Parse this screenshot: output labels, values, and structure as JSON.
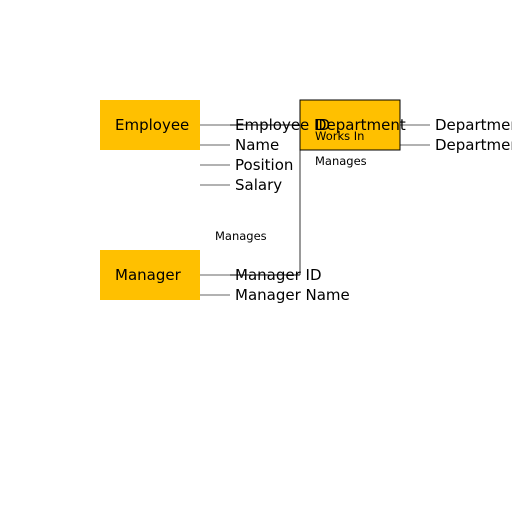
{
  "colors": {
    "entity_fill": "#ffc000",
    "attribute_line": "#666666",
    "relation_line": "#000000"
  },
  "entities": {
    "employee": {
      "name": "Employee",
      "attributes": [
        "Employee ID",
        "Name",
        "Position",
        "Salary"
      ]
    },
    "department": {
      "name": "Department",
      "attributes": [
        "Department ID",
        "Department Name"
      ]
    },
    "manager": {
      "name": "Manager",
      "attributes": [
        "Manager ID",
        "Manager Name"
      ]
    }
  },
  "relationships": {
    "works_in": "Works In",
    "manages_dept": "Manages",
    "manages_emp": "Manages"
  }
}
